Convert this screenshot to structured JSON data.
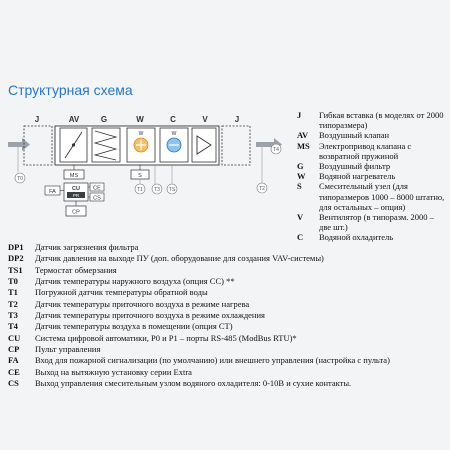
{
  "title": "Структурная схема",
  "diagram": {
    "modules": [
      {
        "code": "J"
      },
      {
        "code": "AV"
      },
      {
        "code": "G"
      },
      {
        "code": "W"
      },
      {
        "code": "C"
      },
      {
        "code": "V"
      },
      {
        "code": "J"
      }
    ],
    "labels": {
      "ms": "MS",
      "s": "S",
      "w": "W",
      "t0": "T0",
      "t1": "T1",
      "t2": "T2",
      "t3": "T3",
      "t4": "T4",
      "ts": "TS",
      "fa": "FA",
      "cu": "CU",
      "pr": "PR",
      "ce": "CE",
      "cs": "CS",
      "cp": "CP"
    }
  },
  "legend_right": [
    {
      "code": "J",
      "desc": "Гибкая вставка (в моделях от 2000 типоразмера)"
    },
    {
      "code": "AV",
      "desc": "Воздушный клапан"
    },
    {
      "code": "MS",
      "desc": "Электропривод клапана с возвратной пружиной"
    },
    {
      "code": "G",
      "desc": "Воздушный фильтр"
    },
    {
      "code": "W",
      "desc": "Водяной нагреватель"
    },
    {
      "code": "S",
      "desc": "Смесительный узел (для типоразмеров 1000 – 8000 штатно, для остальных – опция)"
    },
    {
      "code": "V",
      "desc": "Вентилятор (в типоразм. 2000 – две шт.)"
    },
    {
      "code": "C",
      "desc": "Водяной охладитель"
    }
  ],
  "legend_bottom": [
    {
      "code": "DP1",
      "desc": "Датчик загрязнения фильтра"
    },
    {
      "code": "DP2",
      "desc": "Датчик давления на выходе ПУ (доп. оборудование для создания VAV-системы)"
    },
    {
      "code": "TS1",
      "desc": "Термостат обмерзания"
    },
    {
      "code": "T0",
      "desc": "Датчик температуры наружного воздуха (опция СС) **"
    },
    {
      "code": "T1",
      "desc": "Погружной датчик температуры обратной воды"
    },
    {
      "code": "T2",
      "desc": "Датчик температуры приточного воздуха в режиме нагрева"
    },
    {
      "code": "T3",
      "desc": "Датчик температуры приточного воздуха в режиме охлаждения"
    },
    {
      "code": "T4",
      "desc": "Датчик температуры воздуха в помещении (опция СТ)"
    },
    {
      "code": "CU",
      "desc": "Система цифровой автоматики, Р0 и Р1 – порты RS-485 (ModBus RTU)*"
    },
    {
      "code": "CP",
      "desc": "Пульт управления"
    },
    {
      "code": "FA",
      "desc": "Вход для пожарной сигнализации (по умолчанию) или внешнего управления (настройка с пульта)"
    },
    {
      "code": "CE",
      "desc": "Выход на вытяжную установку серии Extra"
    },
    {
      "code": "CS",
      "desc": "Выход управления смесительным узлом водяного охладителя: 0-10В и сухие контакты."
    }
  ],
  "colors": {
    "accent": "#2a76c6",
    "gray": "#9aa3ab",
    "dark": "#3a3f44"
  }
}
